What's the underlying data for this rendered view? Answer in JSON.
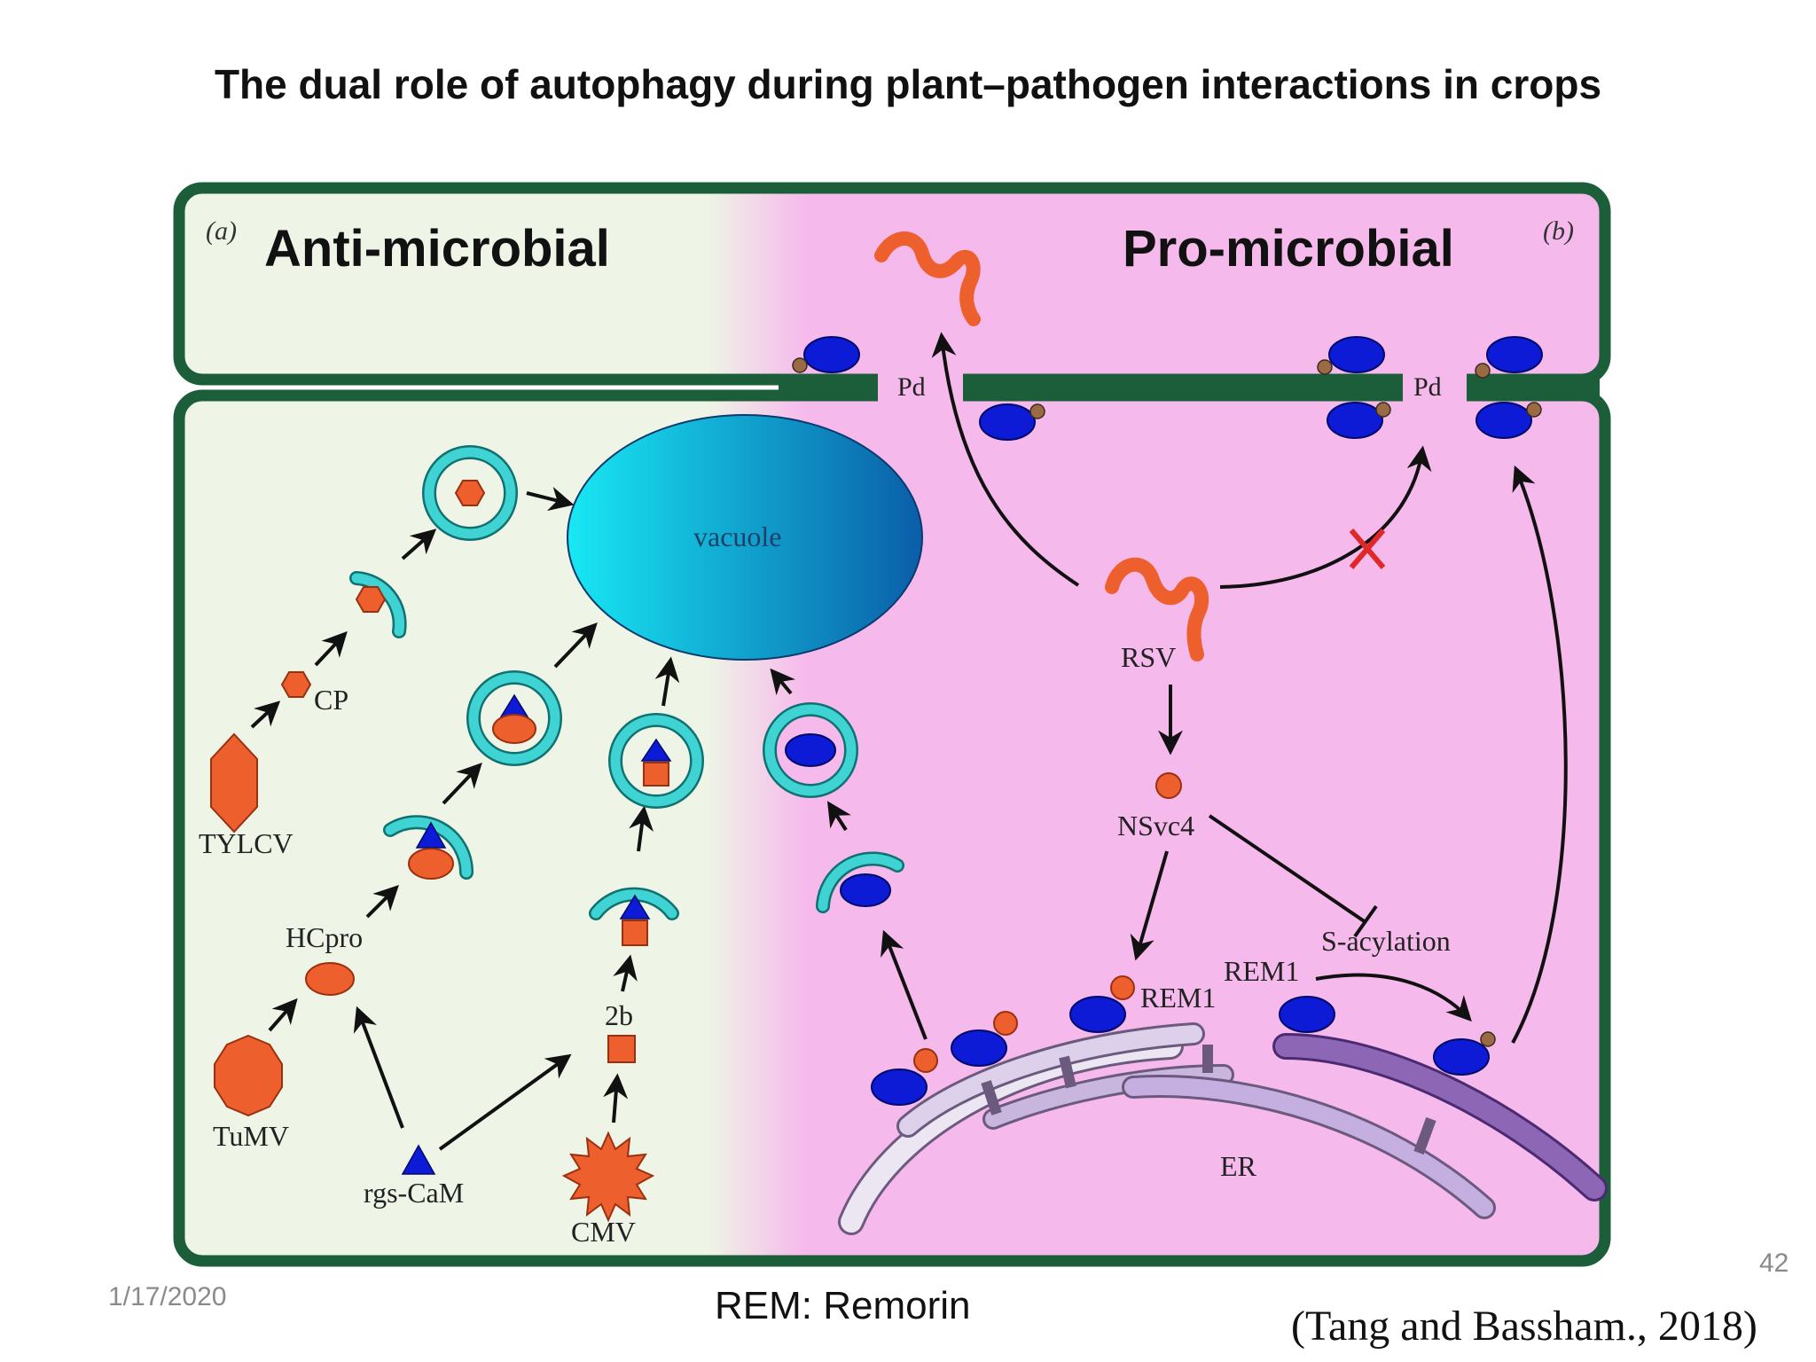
{
  "title": "The dual role of autophagy during plant–pathogen interactions in crops",
  "panels": {
    "left": {
      "letter": "(a)",
      "heading": "Anti-microbial"
    },
    "right": {
      "letter": "(b)",
      "heading": "Pro-microbial"
    }
  },
  "labels": {
    "vacuole": "vacuole",
    "pd": "Pd",
    "cp": "CP",
    "tylcv": "TYLCV",
    "hcpro": "HCpro",
    "tumv": "TuMV",
    "rgscam": "rgs-CaM",
    "twob": "2b",
    "cmv": "CMV",
    "rsv": "RSV",
    "nsvc4": "NSvc4",
    "sacylation": "S-acylation",
    "rem1": "REM1",
    "er": "ER"
  },
  "colors": {
    "border": "#1d5e3a",
    "left_bg": "#eef5e6",
    "right_bg": "#f6b9ec",
    "virus": "#ee5f2e",
    "remorin": "#0d1ad6",
    "membrane": "#3fd3d3"
  },
  "footer": {
    "date": "1/17/2020",
    "page": "42",
    "note": "REM: Remorin",
    "citation": "(Tang and Bassham., 2018)"
  }
}
